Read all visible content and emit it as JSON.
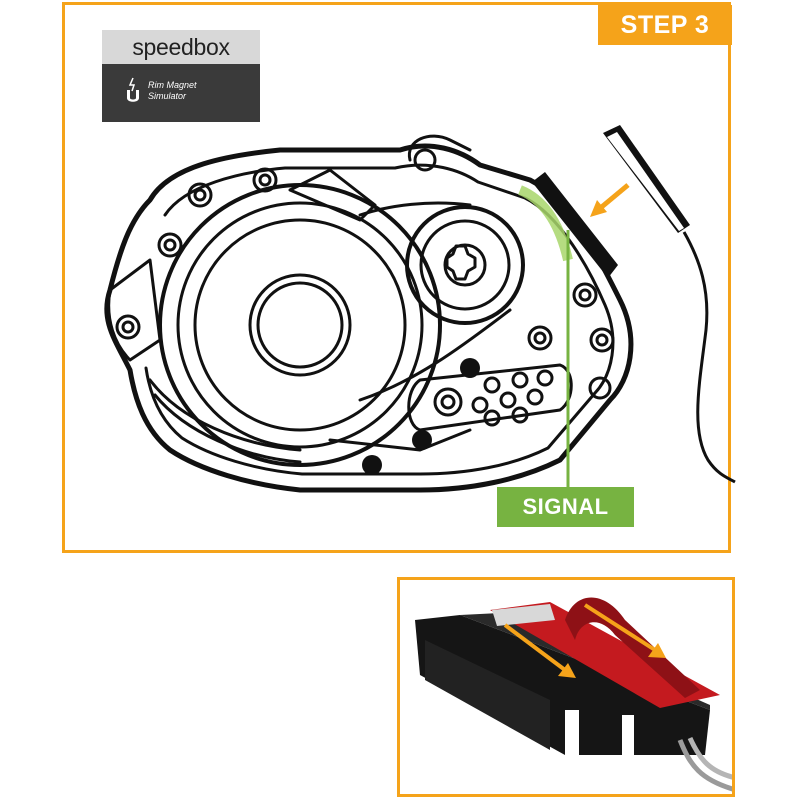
{
  "step": {
    "label": "STEP 3"
  },
  "logo": {
    "brand": "speedbox",
    "subtitle_line1": "Rim Magnet",
    "subtitle_line2": "Simulator"
  },
  "callout": {
    "label": "SIGNAL"
  },
  "colors": {
    "accent_orange": "#F5A31A",
    "signal_green": "#77B341",
    "tape_red": "#C41A1F",
    "line_black": "#111111"
  },
  "icons": [
    "magnet-icon",
    "arrow-icon",
    "motor-drawing",
    "sensor-closeup"
  ]
}
